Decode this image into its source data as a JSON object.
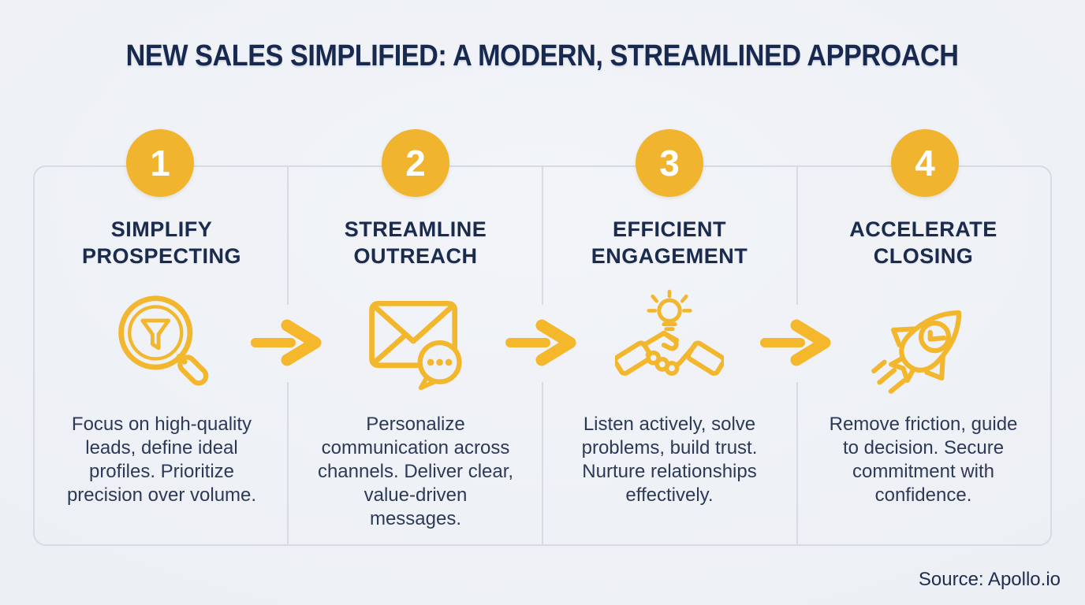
{
  "header": {
    "title": "NEW SALES SIMPLIFIED: A MODERN, STREAMLINED APPROACH"
  },
  "footer": {
    "source": "Source: Apollo.io"
  },
  "colors": {
    "background": "#EDF0F5",
    "accent_yellow": "#F3B72E",
    "badge_yellow": "#F0B42F",
    "heading_navy": "#17294E",
    "body_text": "#2D3A57",
    "border_gray": "#D7DBE2"
  },
  "steps": [
    {
      "number": "1",
      "title": "SIMPLIFY PROSPECTING",
      "icon": "funnel-magnifier-icon",
      "description": "Focus on high-quality leads, define ideal profiles. Prioritize precision over volume."
    },
    {
      "number": "2",
      "title": "STREAMLINE OUTREACH",
      "icon": "envelope-chat-icon",
      "description": "Personalize communication across channels. Deliver clear, value-driven messages."
    },
    {
      "number": "3",
      "title": "EFFICIENT ENGAGEMENT",
      "icon": "handshake-lightbulb-icon",
      "description": "Listen actively, solve problems, build trust. Nurture relationships effectively."
    },
    {
      "number": "4",
      "title": "ACCELERATE CLOSING",
      "icon": "rocket-check-icon",
      "description": "Remove friction, guide to decision. Secure commitment with confidence."
    }
  ]
}
